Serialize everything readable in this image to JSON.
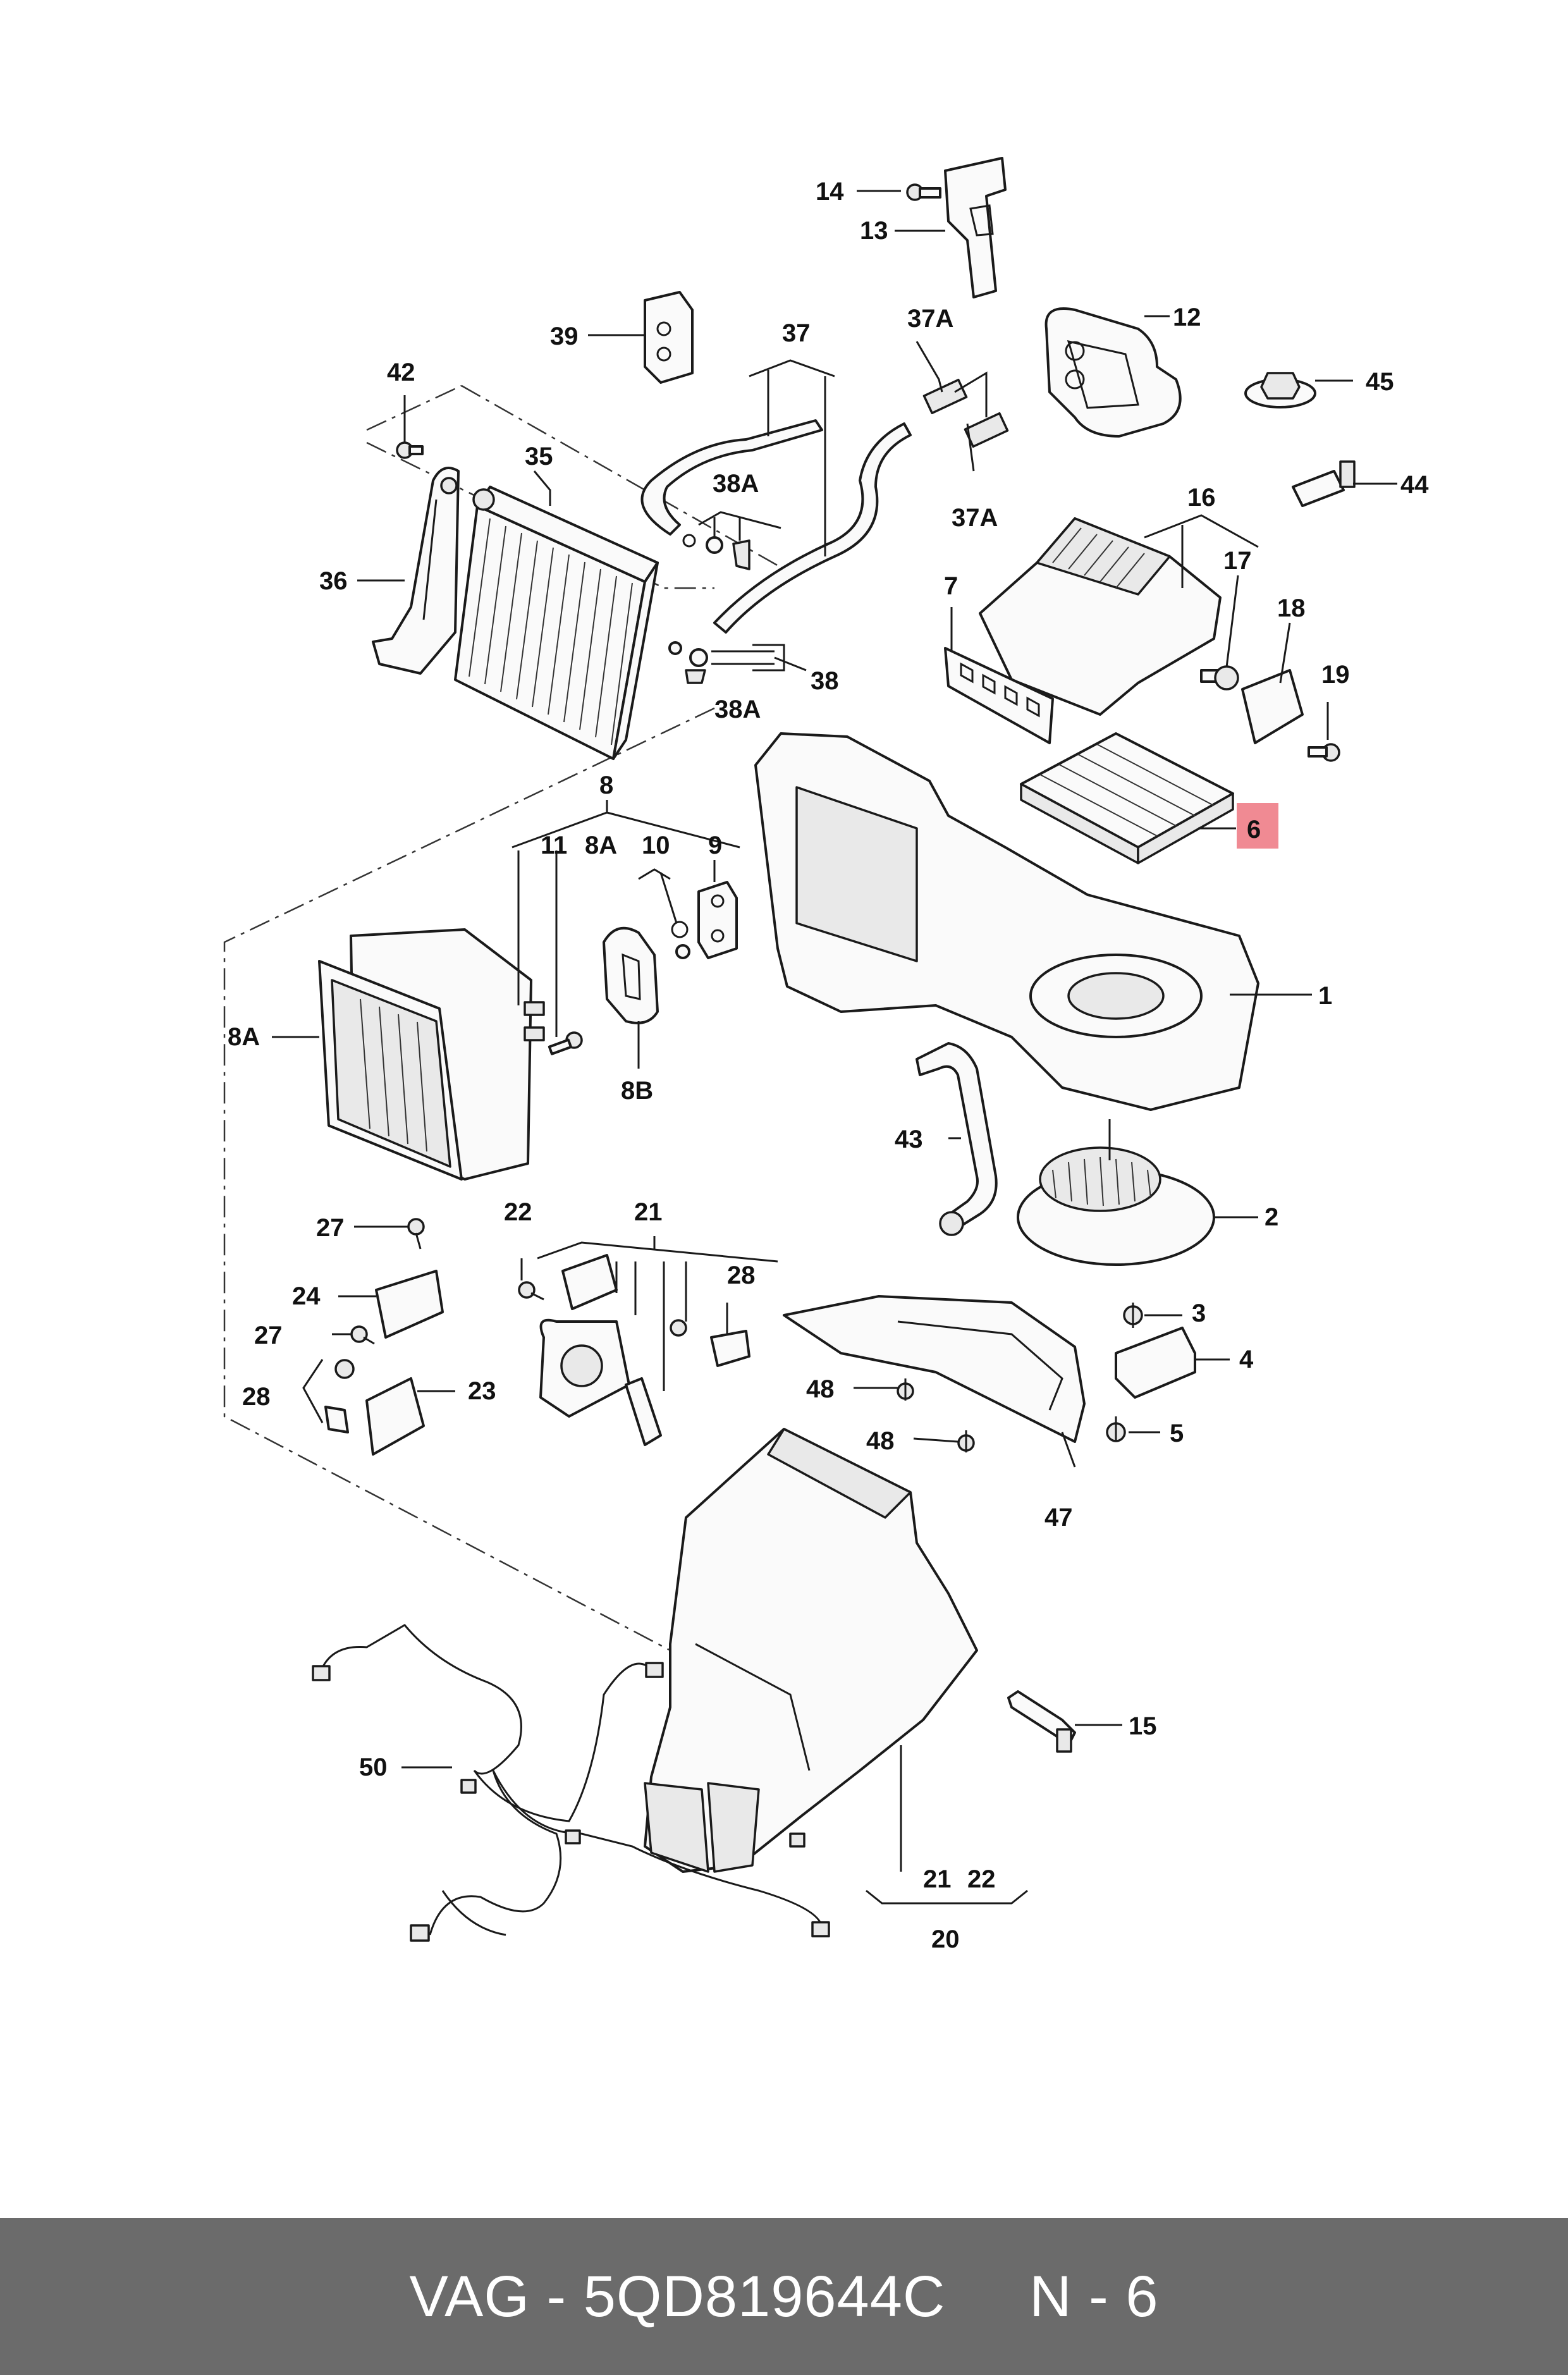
{
  "footer": {
    "brand": "VAG",
    "part_number": "5QD819644C",
    "position_ref": "N - 6",
    "text": "VAG - 5QD819644C     N - 6"
  },
  "highlight": {
    "label": "6",
    "color": "#f08a93"
  },
  "callouts": [
    {
      "id": "14",
      "text": "14"
    },
    {
      "id": "13",
      "text": "13"
    },
    {
      "id": "39",
      "text": "39"
    },
    {
      "id": "37",
      "text": "37"
    },
    {
      "id": "37A-top",
      "text": "37A"
    },
    {
      "id": "12",
      "text": "12"
    },
    {
      "id": "45",
      "text": "45"
    },
    {
      "id": "42",
      "text": "42"
    },
    {
      "id": "35",
      "text": "35"
    },
    {
      "id": "38A-top",
      "text": "38A"
    },
    {
      "id": "37A-bottom",
      "text": "37A"
    },
    {
      "id": "44",
      "text": "44"
    },
    {
      "id": "16",
      "text": "16"
    },
    {
      "id": "36",
      "text": "36"
    },
    {
      "id": "7",
      "text": "7"
    },
    {
      "id": "17",
      "text": "17"
    },
    {
      "id": "18",
      "text": "18"
    },
    {
      "id": "38",
      "text": "38"
    },
    {
      "id": "38A-bottom",
      "text": "38A"
    },
    {
      "id": "19",
      "text": "19"
    },
    {
      "id": "8",
      "text": "8"
    },
    {
      "id": "6",
      "text": "6"
    },
    {
      "id": "11",
      "text": "11"
    },
    {
      "id": "8A-top",
      "text": "8A"
    },
    {
      "id": "10",
      "text": "10"
    },
    {
      "id": "9",
      "text": "9"
    },
    {
      "id": "1",
      "text": "1"
    },
    {
      "id": "8A-left",
      "text": "8A"
    },
    {
      "id": "8B",
      "text": "8B"
    },
    {
      "id": "43",
      "text": "43"
    },
    {
      "id": "22-top",
      "text": "22"
    },
    {
      "id": "21-top",
      "text": "21"
    },
    {
      "id": "2",
      "text": "2"
    },
    {
      "id": "27-top",
      "text": "27"
    },
    {
      "id": "28-right",
      "text": "28"
    },
    {
      "id": "24",
      "text": "24"
    },
    {
      "id": "3",
      "text": "3"
    },
    {
      "id": "27-bottom",
      "text": "27"
    },
    {
      "id": "4",
      "text": "4"
    },
    {
      "id": "23",
      "text": "23"
    },
    {
      "id": "48-top",
      "text": "48"
    },
    {
      "id": "28-left",
      "text": "28"
    },
    {
      "id": "5",
      "text": "5"
    },
    {
      "id": "48-bottom",
      "text": "48"
    },
    {
      "id": "47",
      "text": "47"
    },
    {
      "id": "15",
      "text": "15"
    },
    {
      "id": "50",
      "text": "50"
    },
    {
      "id": "21-bottom",
      "text": "21"
    },
    {
      "id": "22-bottom",
      "text": "22"
    },
    {
      "id": "20",
      "text": "20"
    }
  ]
}
